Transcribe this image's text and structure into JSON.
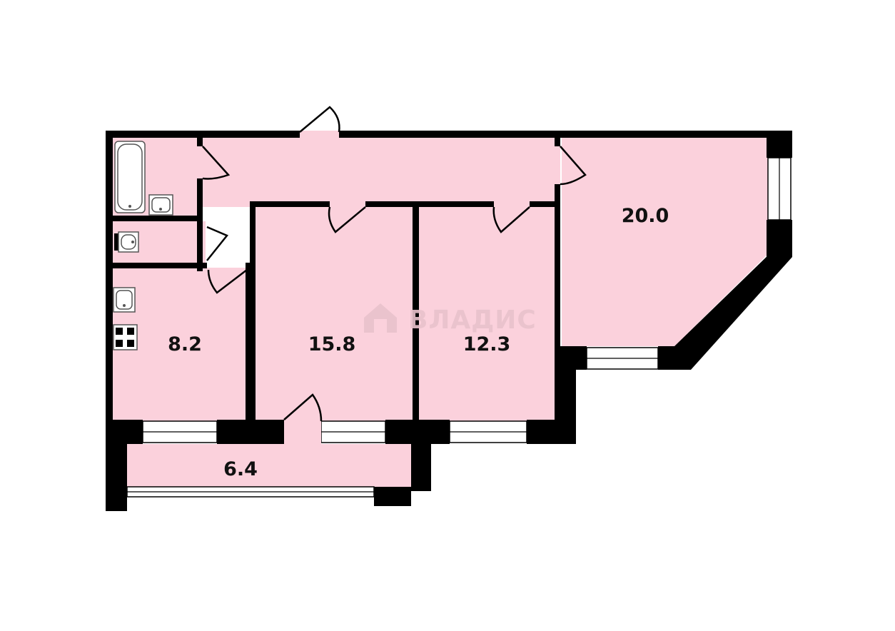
{
  "watermark": {
    "text": "ВЛАДИС"
  },
  "colors": {
    "room_fill": "#fbd1dc",
    "wall": "#000000",
    "window": "#ffffff",
    "background": "#ffffff"
  },
  "rooms": {
    "kitchen": {
      "area": "8.2"
    },
    "room_mid": {
      "area": "15.8"
    },
    "room_right": {
      "area": "12.3"
    },
    "room_corner": {
      "area": "20.0"
    },
    "balcony": {
      "area": "6.4"
    }
  },
  "icons": [
    "bathtub-icon",
    "sink-icon",
    "toilet-icon",
    "kitchen-sink-icon",
    "stove-icon",
    "watermark-logo-icon"
  ]
}
